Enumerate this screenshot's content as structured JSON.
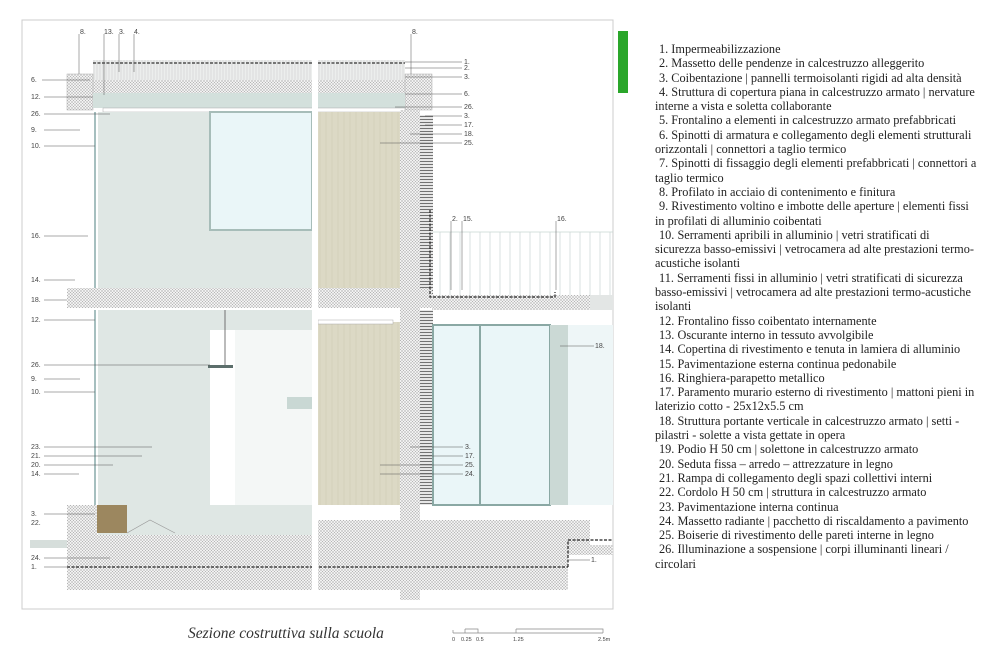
{
  "colors": {
    "accent_bar": "#2aa62a",
    "concrete": "#dfe7e4",
    "glass": "#eaf6f8",
    "wood": "#dcd9c5",
    "seat": "#9c875f"
  },
  "callouts": [
    "8.",
    "13.",
    "3.",
    "4.",
    "8.",
    "6.",
    "12.",
    "26.",
    "9.",
    "10.",
    "16.",
    "14.",
    "18.",
    "12.",
    "26.",
    "9.",
    "10.",
    "23.",
    "21.",
    "20.",
    "14.",
    "3.",
    "22.",
    "24.",
    "1.",
    "1.",
    "2.",
    "3.",
    "6.",
    "26.",
    "3.",
    "17.",
    "18.",
    "25.",
    "2.",
    "15.",
    "16.",
    "18.",
    "3.",
    "17.",
    "25.",
    "24.",
    "1."
  ],
  "legend": [
    "1. Impermeabilizzazione",
    "2. Massetto delle pendenze in calcestruzzo alleggerito",
    "3. Coibentazione | pannelli termoisolanti rigidi ad alta densità",
    "4. Struttura di copertura piana in calcestruzzo armato | nervature interne a vista e soletta collaborante",
    "5. Frontalino a elementi in calcestruzzo armato prefabbricati",
    "6. Spinotti di armatura e collegamento degli elementi strutturali orizzontali | connettori a taglio termico",
    "7. Spinotti di fissaggio degli elementi prefabbricati | connettori a taglio termico",
    "8. Profilato in acciaio di contenimento e finitura",
    "9. Rivestimento voltino e imbotte delle aperture | elementi fissi in profilati di alluminio coibentati",
    "10. Serramenti apribili in alluminio | vetri stratificati di sicurezza basso-emissivi | vetrocamera ad alte prestazioni termo-acustiche isolanti",
    "11. Serramenti fissi in alluminio | vetri stratificati di sicurezza basso-emissivi | vetrocamera ad alte prestazioni termo-acustiche isolanti",
    "12. Frontalino fisso coibentato internamente",
    "13. Oscurante interno in tessuto avvolgibile",
    "14. Copertina di rivestimento e tenuta in lamiera di alluminio",
    "15. Pavimentazione esterna continua pedonabile",
    "16. Ringhiera-parapetto metallico",
    "17. Paramento murario esterno di rivestimento | mattoni pieni in laterizio cotto - 25x12x5.5 cm",
    "18. Struttura portante verticale in calcestruzzo armato | setti - pilastri - solette a vista gettate in opera",
    "19. Podio H 50 cm | solettone in calcestruzzo armato",
    "20. Seduta fissa – arredo – attrezzature in legno",
    "21. Rampa di collegamento degli spazi collettivi interni",
    "22. Cordolo H 50 cm | struttura in calcestruzzo armato",
    "23. Pavimentazione interna continua",
    "24. Massetto radiante | pacchetto di riscaldamento a pavimento",
    "25. Boiserie di rivestimento delle pareti interne in legno",
    "26. Illuminazione a sospensione | corpi illuminanti lineari / circolari"
  ],
  "title": "Sezione costruttiva sulla scuola",
  "scale_bar": {
    "ticks": [
      "0",
      "0.25",
      "0.5",
      "1.25",
      "2.5m"
    ]
  }
}
